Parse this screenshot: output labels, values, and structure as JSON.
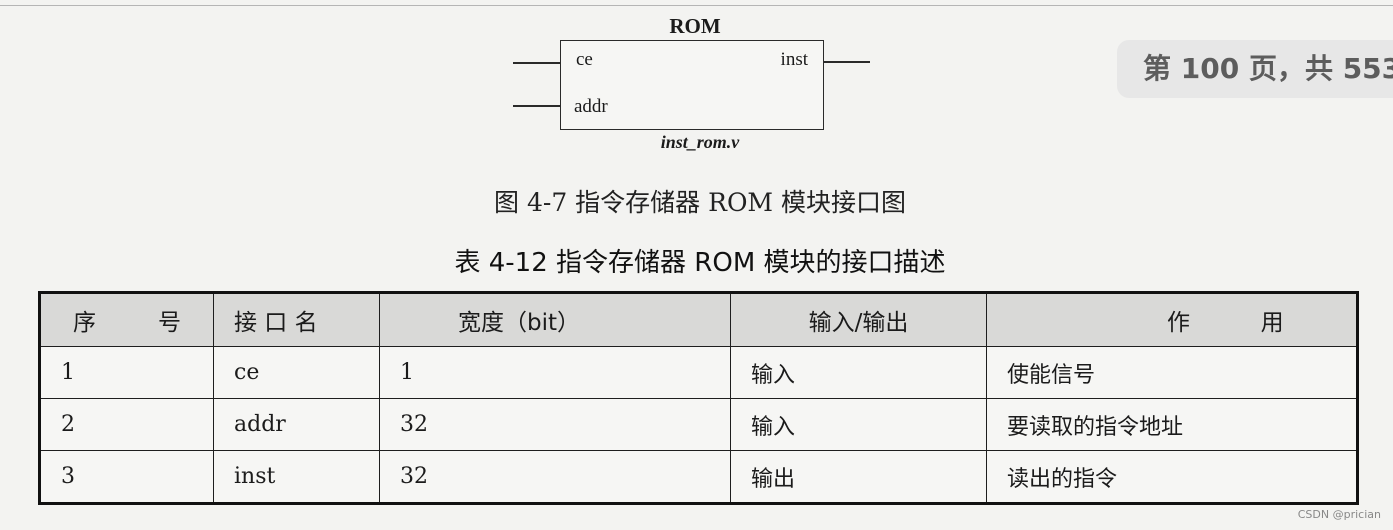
{
  "diagram": {
    "title": "ROM",
    "inputs": [
      "ce",
      "addr"
    ],
    "outputs": [
      "inst"
    ],
    "module_name": "inst_rom.v"
  },
  "figure_caption": "图 4-7   指令存储器 ROM 模块接口图",
  "table_caption": "表 4-12   指令存储器 ROM 模块的接口描述",
  "page_indicator": "第 100 页，共 553",
  "table": {
    "headers": {
      "index_a": "序",
      "index_b": "号",
      "name": "接 口 名",
      "width": "宽度（bit）",
      "direction": "输入/输出",
      "purpose_a": "作",
      "purpose_b": "用"
    },
    "rows": [
      {
        "index": "1",
        "name": "ce",
        "width": "1",
        "direction": "输入",
        "purpose": "使能信号"
      },
      {
        "index": "2",
        "name": "addr",
        "width": "32",
        "direction": "输入",
        "purpose": "要读取的指令地址"
      },
      {
        "index": "3",
        "name": "inst",
        "width": "32",
        "direction": "输出",
        "purpose": "读出的指令"
      }
    ]
  },
  "watermark": "CSDN @prician"
}
